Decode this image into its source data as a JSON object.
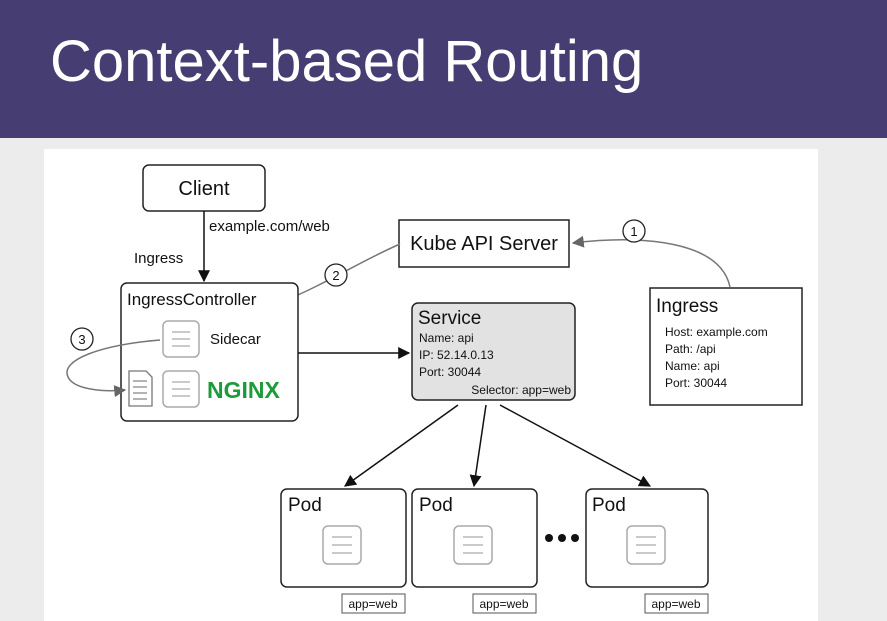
{
  "slide": {
    "title": "Context-based Routing"
  },
  "colors": {
    "header": "#463d72",
    "nginx_green": "#1d9a3a",
    "service_fill": "#e2e2e2"
  },
  "diagram": {
    "client": {
      "label": "Client"
    },
    "request_url": "example.com/web",
    "ingress_edge_label": "Ingress",
    "kube_api": {
      "label": "Kube API Server"
    },
    "ingress_controller": {
      "label": "IngressController",
      "sidecar_label": "Sidecar",
      "nginx_logo": "NGINX"
    },
    "service": {
      "label": "Service",
      "name": "Name: api",
      "ip": "IP: 52.14.0.13",
      "port": "Port: 30044",
      "selector": "Selector: app=web"
    },
    "ingress": {
      "label": "Ingress",
      "host": "Host: example.com",
      "path": "Path: /api",
      "name": "Name: api",
      "port": "Port: 30044"
    },
    "steps": [
      "1",
      "2",
      "3"
    ],
    "pods": [
      {
        "label": "Pod",
        "tag": "app=web"
      },
      {
        "label": "Pod",
        "tag": "app=web"
      },
      {
        "label": "Pod",
        "tag": "app=web"
      }
    ],
    "icons": [
      "container-icon",
      "config-file-icon",
      "nginx-logo"
    ]
  }
}
